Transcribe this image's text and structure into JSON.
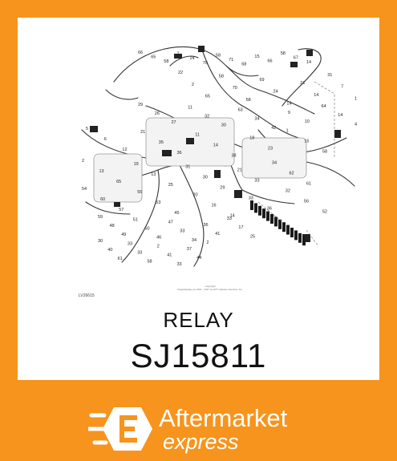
{
  "diagram": {
    "code": "LV26615",
    "copyright_title": "Copyright",
    "copyright_text": "Page(display) (c) 2001 - 2017 by APT Industrie Services, Inc.",
    "callouts": [
      "66",
      "65",
      "58",
      "2",
      "24",
      "70",
      "58",
      "71",
      "68",
      "15",
      "66",
      "58",
      "67",
      "14",
      "22",
      "2",
      "65",
      "58",
      "70",
      "58",
      "69",
      "24",
      "14",
      "21",
      "14",
      "31",
      "7",
      "1",
      "29",
      "26",
      "27",
      "11",
      "32",
      "30",
      "63",
      "34",
      "42",
      "9",
      "10",
      "64",
      "14",
      "4",
      "5",
      "6",
      "12",
      "21",
      "35",
      "36",
      "11",
      "14",
      "38",
      "18",
      "23",
      "1",
      "15",
      "58",
      "2",
      "13",
      "65",
      "19",
      "13",
      "25",
      "31",
      "30",
      "29",
      "21",
      "33",
      "34",
      "62",
      "61",
      "54",
      "60",
      "57",
      "55",
      "53",
      "45",
      "20",
      "16",
      "14",
      "33",
      "36",
      "32",
      "56",
      "52",
      "59",
      "48",
      "49",
      "51",
      "50",
      "46",
      "47",
      "33",
      "34",
      "36",
      "41",
      "33",
      "17",
      "25",
      "30",
      "40",
      "61",
      "33",
      "33",
      "58",
      "2",
      "41",
      "33",
      "37",
      "44",
      "2"
    ]
  },
  "part": {
    "name": "RELAY",
    "number": "SJ15811"
  },
  "brand": {
    "line1": "Aftermarket",
    "line2": "express",
    "accent_color": "#f7941d",
    "icon": "hexagon-e-icon"
  }
}
